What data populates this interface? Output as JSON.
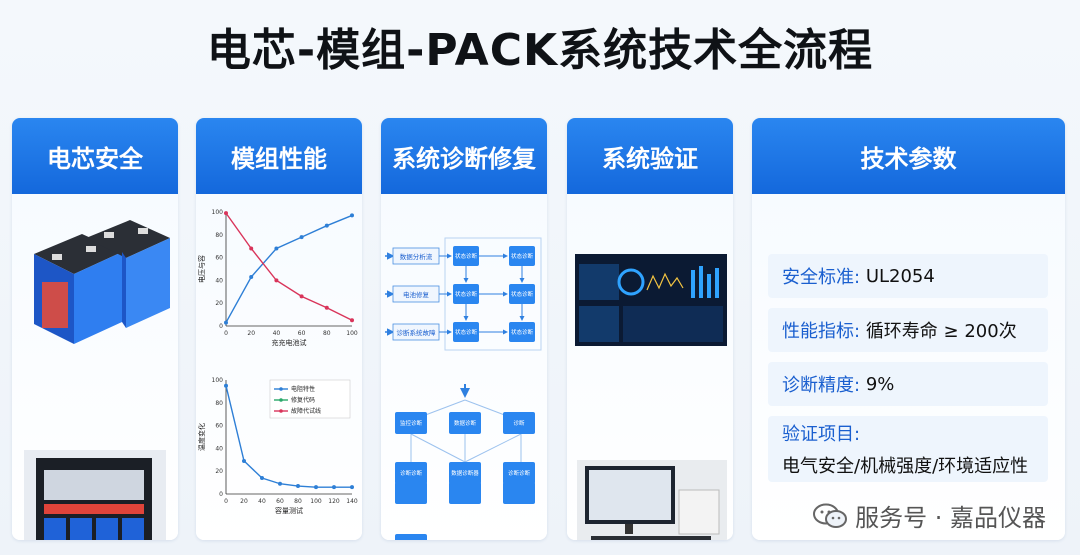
{
  "title": "电芯-模组-PACK系统技术全流程",
  "cards": [
    {
      "header": "电芯安全"
    },
    {
      "header": "模组性能"
    },
    {
      "header": "系统诊断修复"
    },
    {
      "header": "系统验证"
    },
    {
      "header": "技术参数"
    }
  ],
  "chart_data": [
    {
      "type": "line",
      "x": [
        0,
        20,
        40,
        60,
        80,
        100
      ],
      "series": [
        {
          "values": [
            3,
            43,
            68,
            78,
            88,
            97
          ]
        },
        {
          "values": [
            99,
            68,
            40,
            26,
            16,
            5
          ]
        }
      ],
      "xlabel": "充充电池试",
      "ylabel": "电压与容",
      "xticks": [
        "0",
        "20",
        "40",
        "60",
        "80",
        "100"
      ],
      "yticks": [
        "0",
        "20",
        "40",
        "60",
        "80",
        "100"
      ],
      "xlim": [
        0,
        100
      ],
      "ylim": [
        0,
        100
      ]
    },
    {
      "type": "line",
      "x": [
        0,
        20,
        40,
        60,
        80,
        100,
        120,
        140
      ],
      "series": [
        {
          "name": "电阻特性",
          "values": [
            95,
            29,
            14,
            9,
            7,
            6,
            6,
            6
          ]
        }
      ],
      "legend": [
        "电阻特性",
        "修复代码",
        "故障代试线"
      ],
      "xlabel": "容量测试",
      "ylabel": "温度变化",
      "xticks": [
        "0",
        "20",
        "40",
        "60",
        "80",
        "100",
        "120",
        "140"
      ],
      "yticks": [
        "0",
        "20",
        "40",
        "60",
        "80",
        "100"
      ],
      "xlim": [
        0,
        140
      ],
      "ylim": [
        0,
        100
      ]
    }
  ],
  "diagram": {
    "top_inputs": [
      "数据分析流",
      "电池修复",
      "诊断系统故障"
    ],
    "box_label": "状态诊断",
    "bottom_row1": [
      "监控诊断",
      "数据诊断",
      "诊断"
    ],
    "bottom_row2": [
      "诊断诊断",
      "数据诊断器",
      "诊断诊断"
    ]
  },
  "params": {
    "p1_key": "安全标准:",
    "p1_val": "UL2054",
    "p2_key": "性能指标:",
    "p2_val": "循环寿命 ≥ 200次",
    "p3_key": "诊断精度:",
    "p3_val": "9%",
    "p4_key": "验证项目:",
    "p4_val": "电气安全/机械强度/环境适应性"
  },
  "watermark": "服务号 · 嘉品仪器",
  "colors": {
    "accent": "#1a6fe0",
    "line_blue": "#2e7fd6",
    "line_red": "#d9345a",
    "line_green": "#2aa86a"
  }
}
